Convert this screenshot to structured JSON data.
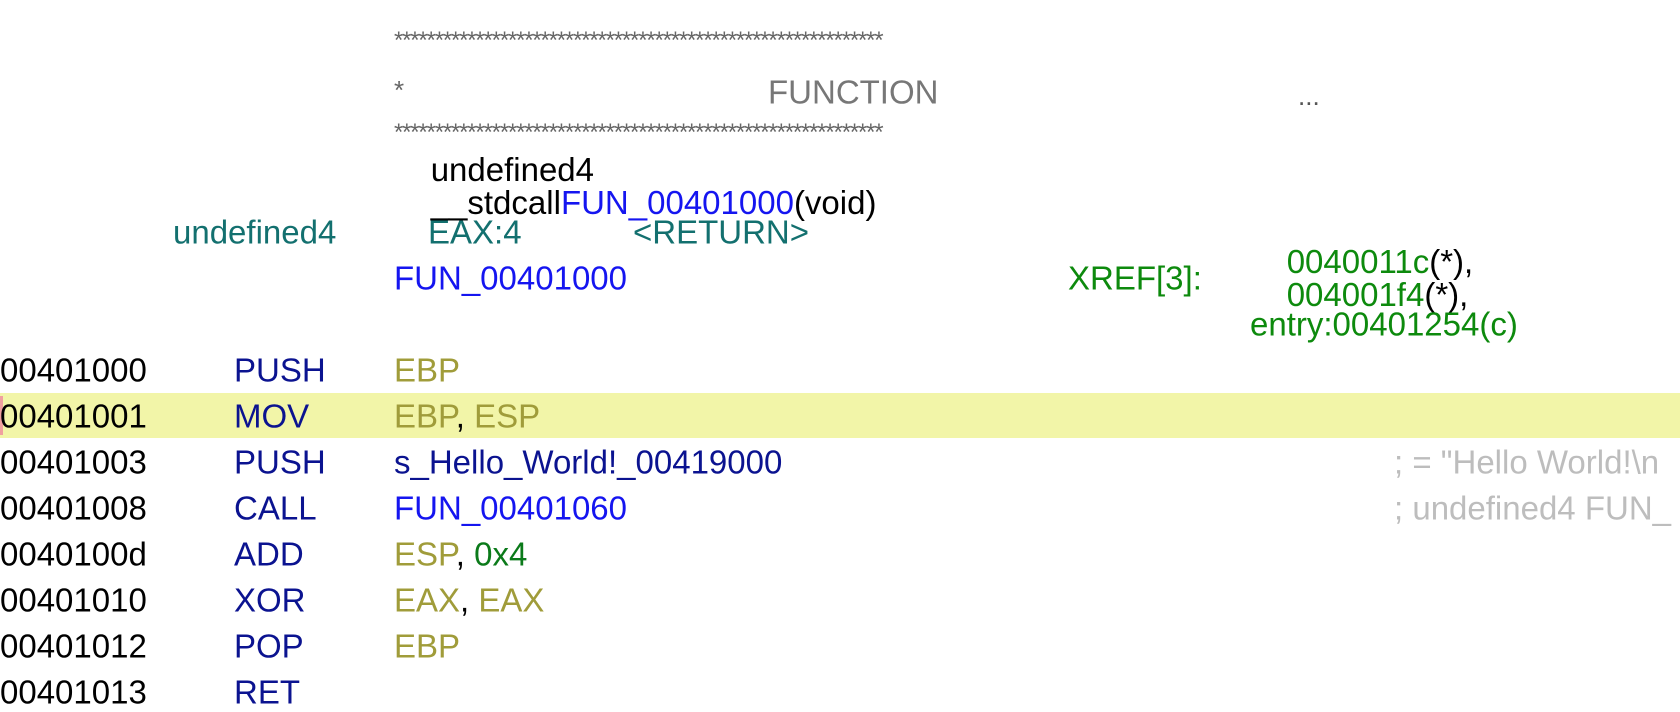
{
  "header": {
    "stars": "************************************************************",
    "star": "*",
    "title": "FUNCTION",
    "ellipsis": "..."
  },
  "signature": {
    "return_type": "undefined4",
    "calling_convention": "__stdcall",
    "name": "FUN_00401000",
    "params": "(void)"
  },
  "return_var": {
    "type": "undefined4",
    "storage": "EAX:4",
    "name": "<RETURN>"
  },
  "label": {
    "name": "FUN_00401000",
    "xref_label": "XREF[3]:",
    "xref_1": "0040011c",
    "xref_1_suffix": "(*),",
    "xref_2": "004001f4",
    "xref_2_suffix": "(*),",
    "xref_3": "entry:00401254(c)"
  },
  "instructions": [
    {
      "address": "00401000",
      "mnemonic": "PUSH",
      "op1": "EBP",
      "sep": "",
      "op2": "",
      "comment": ""
    },
    {
      "address": "00401001",
      "mnemonic": "MOV",
      "op1": "EBP",
      "sep": ", ",
      "op2": "ESP",
      "comment": ""
    },
    {
      "address": "00401003",
      "mnemonic": "PUSH",
      "op1": "s_Hello_World!_00419000",
      "sep": "",
      "op2": "",
      "comment": "; = \"Hello World!\\n"
    },
    {
      "address": "00401008",
      "mnemonic": "CALL",
      "op1": "FUN_00401060",
      "sep": "",
      "op2": "",
      "comment": "; undefined4 FUN_"
    },
    {
      "address": "0040100d",
      "mnemonic": "ADD",
      "op1": "ESP",
      "sep": ", ",
      "op2": "0x4",
      "comment": ""
    },
    {
      "address": "00401010",
      "mnemonic": "XOR",
      "op1": "EAX",
      "sep": ", ",
      "op2": "EAX",
      "comment": ""
    },
    {
      "address": "00401012",
      "mnemonic": "POP",
      "op1": "EBP",
      "sep": "",
      "op2": "",
      "comment": ""
    },
    {
      "address": "00401013",
      "mnemonic": "RET",
      "op1": "",
      "sep": "",
      "op2": "",
      "comment": ""
    }
  ],
  "colors": {
    "address": "#000000",
    "mnemonic": "#0b1390",
    "register": "#a09c3a",
    "label": "#1515f0",
    "scalar": "#0b7a1a",
    "xref": "#0d8a0d",
    "variable": "#13706f",
    "comment": "#bdbdbd",
    "cursor_line": "#f2f5a8"
  }
}
